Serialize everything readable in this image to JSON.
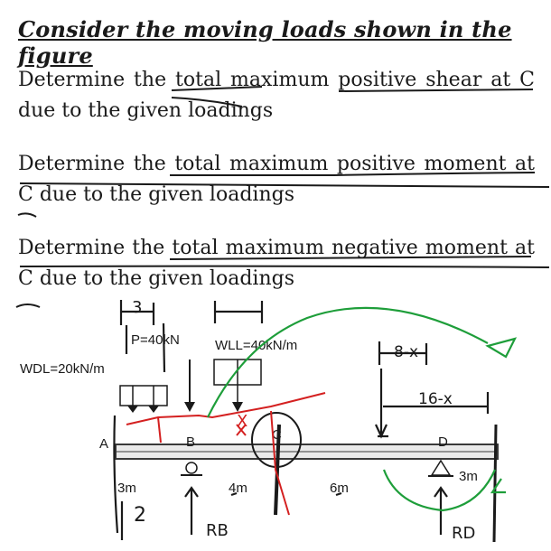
{
  "title": "Consider the moving loads shown in the figure",
  "questions": [
    "Determine the total maximum positive shear at C due to the given loadings",
    "Determine the total maximum positive moment at C due to the given loadings",
    "Determine the total maximum negative moment at C due to the given loadings"
  ],
  "figure": {
    "point_load": "P=40kN",
    "live_load": "WLL=40kN/m",
    "dead_load": "WDL=20kN/m",
    "points": {
      "a": "A",
      "b": "B",
      "c": "C",
      "d": "D"
    },
    "dims": {
      "ab": "3m",
      "bc": "4m",
      "cd": "6m",
      "de": "3m"
    }
  },
  "annotations": {
    "top_left": "3",
    "x_mark": "X",
    "span_8x": "8-x",
    "span_16x": "16-x",
    "digit_2": "2",
    "rb": "RB",
    "rd": "RD"
  },
  "colors": {
    "ink": "#1a1a1a",
    "beam": "#3a3a3a",
    "green_annotation": "#1e9e3a",
    "red_annotation": "#d42020",
    "beam_fill": "#eaeaea"
  }
}
